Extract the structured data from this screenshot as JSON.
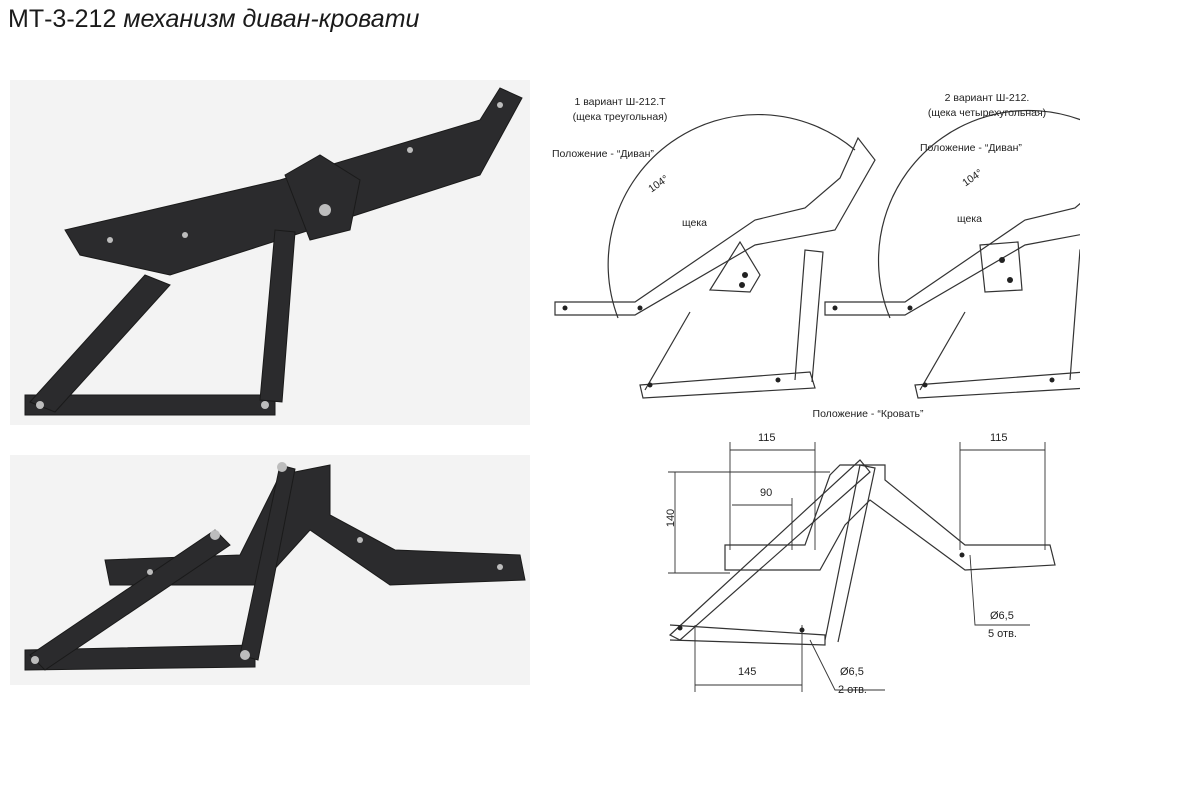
{
  "title": {
    "code": "МТ-3-212",
    "description": "механизм диван-кровати"
  },
  "variant1": {
    "name": "1 вариант Ш-212.Т",
    "note": "(щека треугольная)",
    "position": "Положение - “Диван”",
    "angle": "104°",
    "cheek": "щека"
  },
  "variant2": {
    "name": "2 вариант Ш-212.",
    "note": "(щека четырехугольная)",
    "position": "Положение - “Диван”",
    "angle": "104°",
    "cheek": "щека"
  },
  "bed": {
    "position": "Положение - “Кровать”",
    "dim_115_left": "115",
    "dim_115_right": "115",
    "dim_90": "90",
    "dim_140": "140",
    "dim_145": "145",
    "hole_right": "Ø6,5",
    "holes_right_count": "5 отв.",
    "hole_bottom": "Ø6,5",
    "holes_bottom_count": "2 отв."
  },
  "colors": {
    "metal": "#2b2b2d",
    "line": "#333333",
    "photo_bg": "#f3f3f3"
  }
}
